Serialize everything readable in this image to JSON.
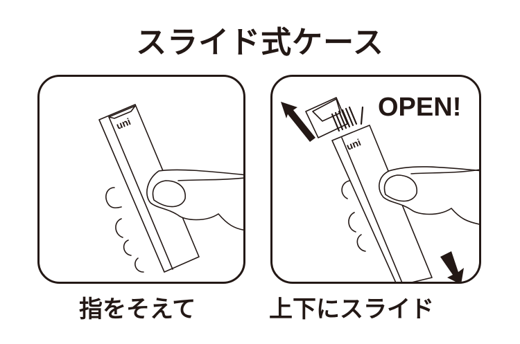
{
  "title": "スライド式ケース",
  "panels": [
    {
      "id": "hold",
      "brand_label": "uni",
      "caption": "指をそえて"
    },
    {
      "id": "slide",
      "brand_label": "uni",
      "callout": "OPEN!",
      "caption": "上下にスライド"
    }
  ],
  "colors": {
    "ink": "#231815",
    "background": "#ffffff"
  }
}
